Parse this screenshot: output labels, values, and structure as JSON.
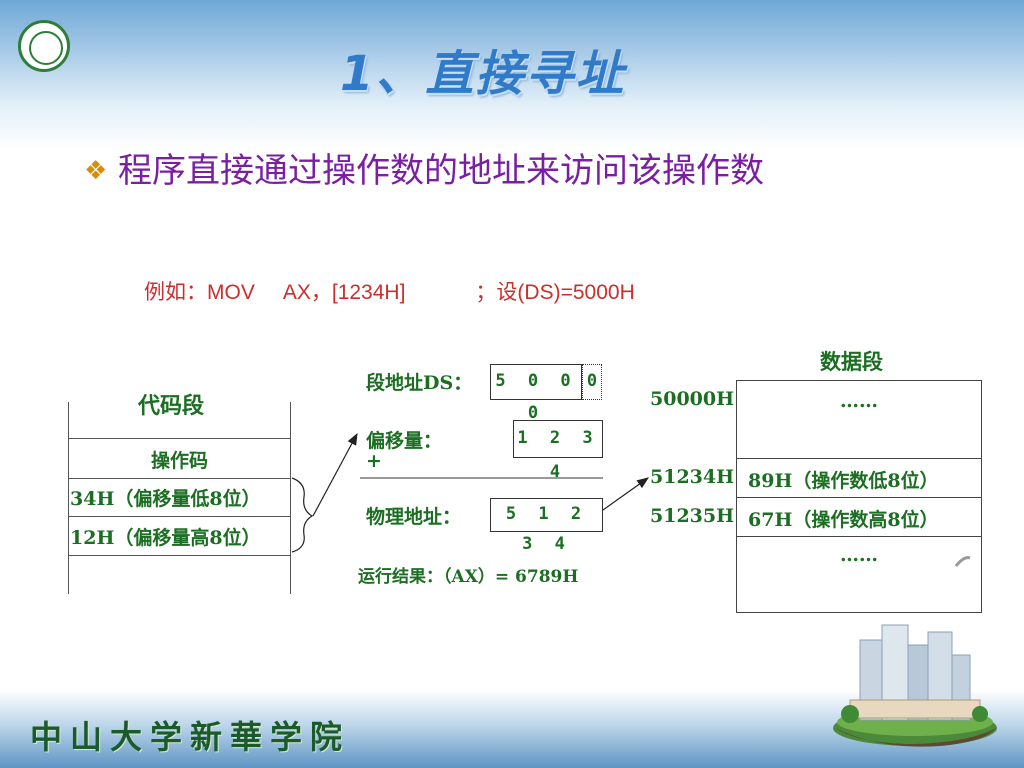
{
  "slide": {
    "title": "1、直接寻址",
    "bullet": "程序直接通过操作数的地址来访问该操作数",
    "example": "例如：MOV     AX，[1234H]            ；设(DS)=5000H",
    "school_name": "中山大学新華学院"
  },
  "code_segment": {
    "title": "代码段",
    "rows": [
      "操作码",
      "34H（偏移量低8位）",
      "12H（偏移量高8位）"
    ]
  },
  "address_calc": {
    "segment_label": "段地址DS：",
    "segment_digits": "5 0 0 0",
    "segment_zero": "0",
    "offset_label": "偏移量：",
    "offset_digits": "1 2 3 4",
    "plus": "+",
    "physical_label": "物理地址：",
    "physical_digits": "5 1 2 3 4",
    "result": "运行结果：（AX）= 6789H"
  },
  "data_segment": {
    "title": "数据段",
    "addr_start": "50000H",
    "ellipsis_top": "……",
    "addr_low": "51234H",
    "value_low": "89H（操作数低8位）",
    "addr_high": "51235H",
    "value_high": "67H（操作数高8位）",
    "ellipsis_bottom": "……"
  },
  "colors": {
    "title_blue": "#2f7bc9",
    "bullet_purple": "#7a1fa2",
    "example_red": "#cc2e2e",
    "diagram_green": "#1b6e22"
  }
}
